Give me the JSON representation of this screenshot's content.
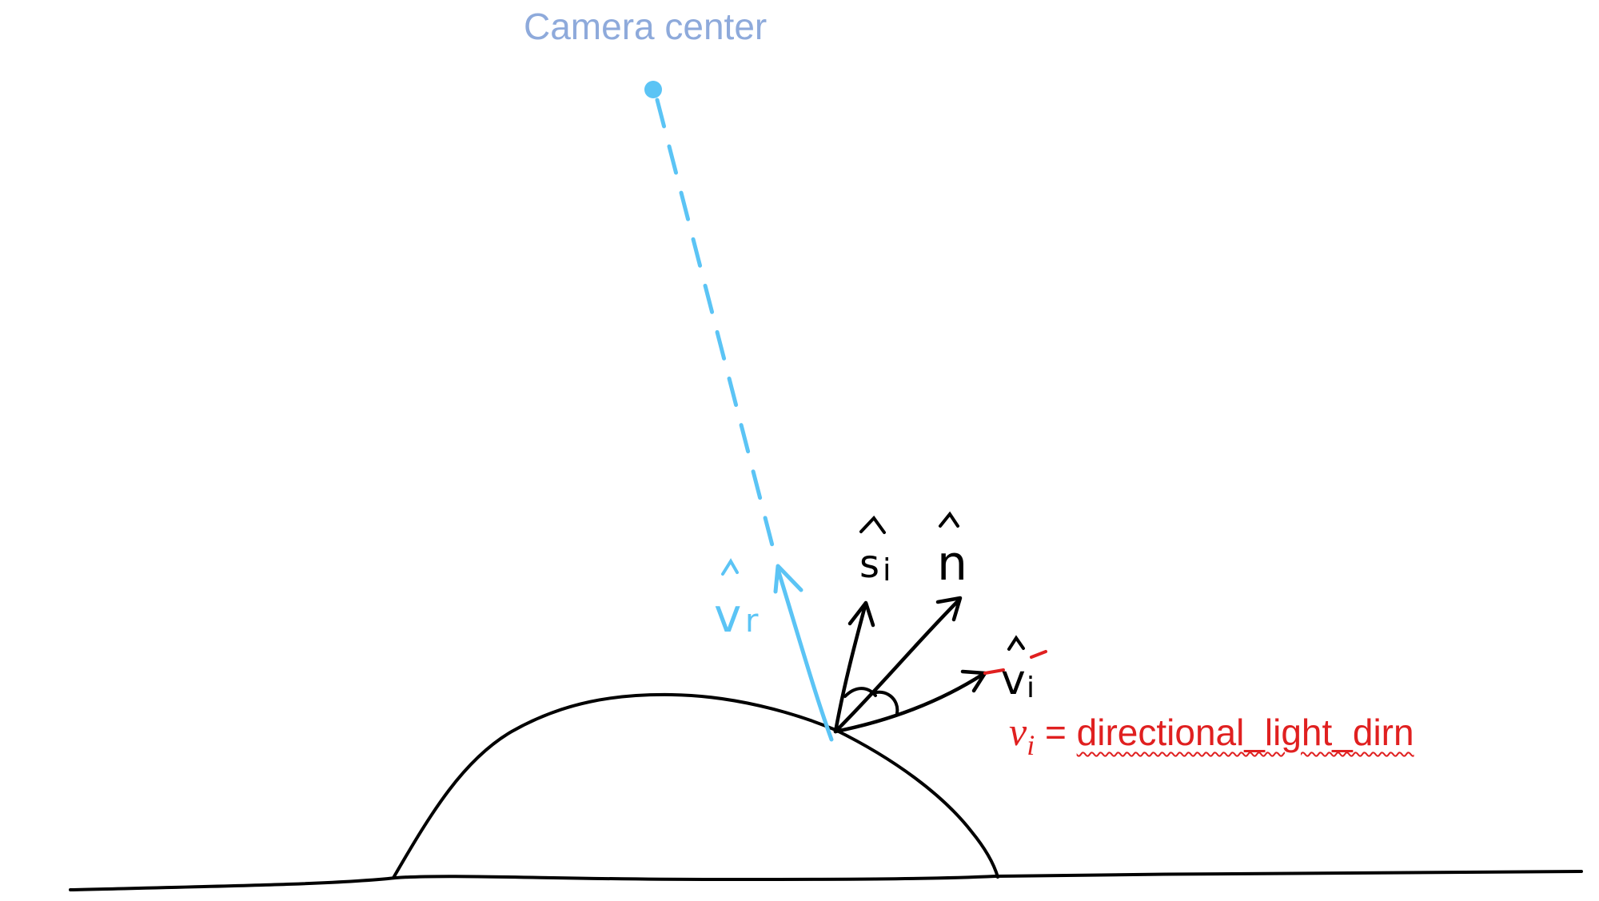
{
  "labels": {
    "camera_center": "Camera center",
    "v_r": "v",
    "v_r_sub": "r",
    "s_i": "s",
    "s_i_sub": "i",
    "n": "n",
    "v_i": "v",
    "v_i_sub": "i",
    "hat": "^"
  },
  "equation": {
    "symbol": "v",
    "subscript": "i",
    "equals": " = ",
    "value": "directional_light_dirn"
  },
  "colors": {
    "camera": "#5bc4f5",
    "camera_label": "#8eaadb",
    "ink": "#000000",
    "annotation": "#e02020"
  }
}
